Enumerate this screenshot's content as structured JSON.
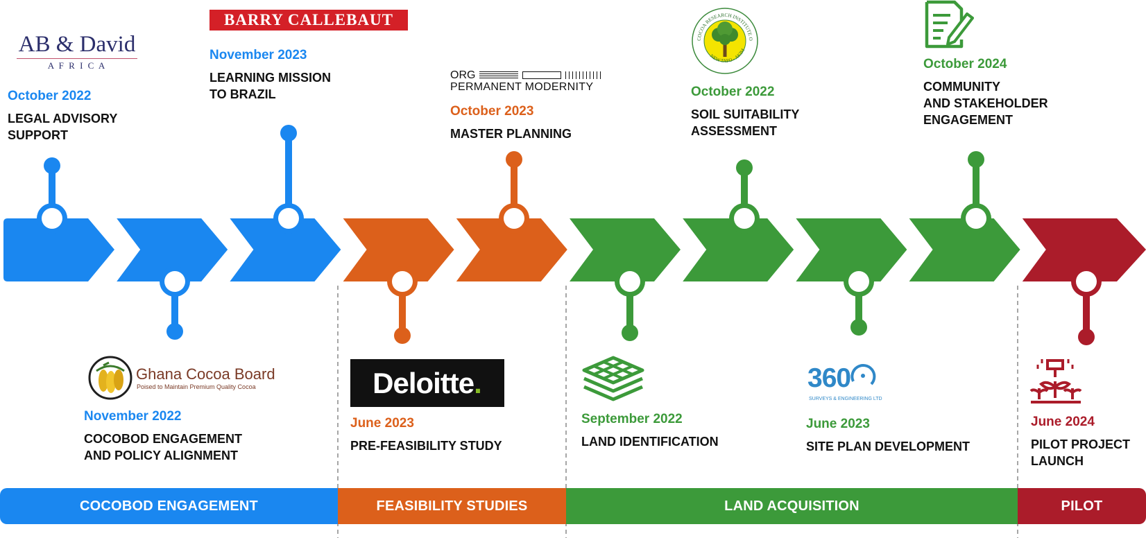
{
  "colors": {
    "blue": "#1a87f0",
    "orange": "#dc601b",
    "green": "#3c9a3a",
    "red": "#ab1c2a",
    "text": "#111111",
    "dashed": "#888888"
  },
  "phases": [
    {
      "label": "COCOBOD ENGAGEMENT",
      "color": "#1a87f0"
    },
    {
      "label": "FEASIBILITY STUDIES",
      "color": "#dc601b"
    },
    {
      "label": "LAND ACQUISITION",
      "color": "#3c9a3a"
    },
    {
      "label": "PILOT",
      "color": "#ab1c2a"
    }
  ],
  "milestones": [
    {
      "date": "October 2022",
      "title": [
        "LEGAL ADVISORY",
        "SUPPORT"
      ],
      "color": "#1a87f0",
      "position": "top",
      "logo": "ab-david-africa-logo"
    },
    {
      "date": "November 2022",
      "title": [
        "COCOBOD ENGAGEMENT",
        "AND POLICY ALIGNMENT"
      ],
      "color": "#1a87f0",
      "position": "bottom",
      "logo": "ghana-cocoa-board-logo"
    },
    {
      "date": "November 2023",
      "title": [
        "LEARNING MISSION",
        "TO BRAZIL"
      ],
      "color": "#1a87f0",
      "position": "top",
      "logo": "barry-callebaut-logo"
    },
    {
      "date": "June 2023",
      "title": [
        "PRE-FEASIBILITY STUDY"
      ],
      "color": "#dc601b",
      "position": "bottom",
      "logo": "deloitte-logo"
    },
    {
      "date": "October 2023",
      "title": [
        "MASTER PLANNING"
      ],
      "color": "#dc601b",
      "position": "top",
      "logo": "org-permanent-modernity-logo"
    },
    {
      "date": "September 2022",
      "title": [
        "LAND IDENTIFICATION"
      ],
      "color": "#3c9a3a",
      "position": "bottom",
      "logo": "land-layers-icon"
    },
    {
      "date": "October 2022",
      "title": [
        "SOIL SUITABILITY",
        "ASSESSMENT"
      ],
      "color": "#3c9a3a",
      "position": "top",
      "logo": "cocoa-research-institute-seal"
    },
    {
      "date": "June 2023",
      "title": [
        "SITE PLAN DEVELOPMENT"
      ],
      "color": "#3c9a3a",
      "position": "bottom",
      "logo": "360-surveys-logo"
    },
    {
      "date": "October 2024",
      "title": [
        "COMMUNITY",
        "AND STAKEHOLDER",
        "ENGAGEMENT"
      ],
      "color": "#3c9a3a",
      "position": "top",
      "logo": "document-edit-icon"
    },
    {
      "date": "June 2024",
      "title": [
        "PILOT PROJECT",
        "LAUNCH"
      ],
      "color": "#ab1c2a",
      "position": "bottom",
      "logo": "sprout-irrigation-icon"
    }
  ],
  "logos": {
    "ab_david": {
      "name": "AB & David",
      "sub": "A F R I C A"
    },
    "barry": {
      "name": "BARRY CALLEBAUT"
    },
    "org": {
      "line1": "ORG",
      "line2": "PERMANENT MODERNITY"
    },
    "seal": {
      "ring_text": "COCOA RESEARCH INSTITUTE OF GHANA",
      "bottom_text": "NEW TAFO - AKIM"
    },
    "cocobod": {
      "name": "Ghana Cocoa Board",
      "tagline": "Poised to Maintain Premium Quality Cocoa"
    },
    "deloitte": {
      "name": "Deloitte",
      "dot": "."
    },
    "s360": {
      "name": "360",
      "sub": "SURVEYS & ENGINEERING LTD"
    }
  }
}
